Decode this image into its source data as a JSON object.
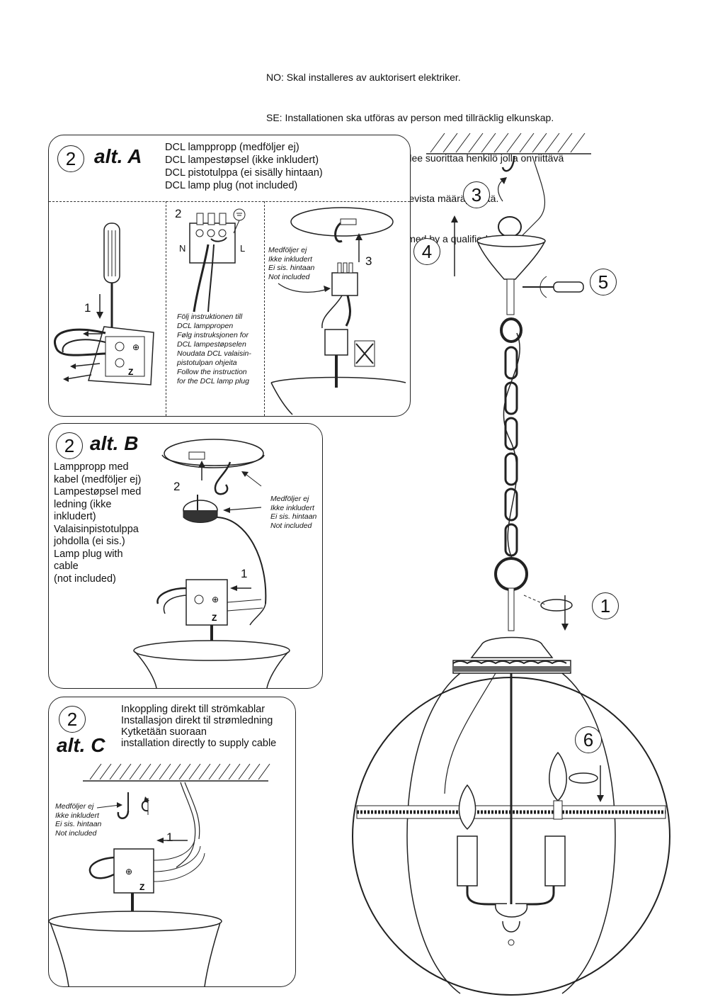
{
  "warning": {
    "no": "NO: Skal installeres av auktorisert elektriker.",
    "se": "SE: Installationen ska utföras av person med tillräcklig elkunskap.",
    "fi1": "FI:   Asennus on kiinteä ja sen tulee suorittaa henkilö jolla on riittävä",
    "fi2": "        pätevyys ja tuntemus vallitsevista määräyksistä.",
    "en": "EN: Installation should be performed by a qualified electrician."
  },
  "panel_a": {
    "step": "2",
    "alt": "alt. A",
    "lines": [
      "DCL lamppropp (medföljer ej)",
      "DCL lampestøpsel (ikke inkludert)",
      "DCL pistotulppa (ei sisälly hintaan)",
      "DCL lamp plug (not included)"
    ],
    "sub1_num": "1",
    "sub2_num": "2",
    "n_label": "N",
    "l_label": "L",
    "instruction": "Följ instruktionen till\nDCL lamppropen\nFølg instruksjonen for\nDCL lampestøpselen\nNoudata DCL valaisin-\npistotulpan ohjeita\nFollow the instruction\nfor the DCL lamp plug",
    "not_included": "Medföljer ej\nIkke inkludert\nEi sis. hintaan\nNot included",
    "sub3_num": "3"
  },
  "panel_b": {
    "step": "2",
    "alt": "alt. B",
    "text": "Lamppropp med\nkabel (medföljer ej)\nLampestøpsel med\nledning (ikke\ninkludert)\nValaisinpistotulppa\njohdolla (ei sis.)\nLamp plug with\ncable\n(not included)",
    "not_included": "Medföljer ej\nIkke inkludert\nEi sis. hintaan\nNot included",
    "num2": "2",
    "num1": "1"
  },
  "panel_c": {
    "step": "2",
    "alt": "alt. C",
    "text": "Inkoppling direkt till strömkablar\nInstallasjon direkt til strømledning\nKytketään suoraan\ninstallation directly to supply cable",
    "not_included": "Medföljer ej\nIkke inkludert\nEi sis. hintaan\nNot included",
    "num1": "1"
  },
  "steps": {
    "s1": "1",
    "s3": "3",
    "s4": "4",
    "s5": "5",
    "s6": "6"
  }
}
